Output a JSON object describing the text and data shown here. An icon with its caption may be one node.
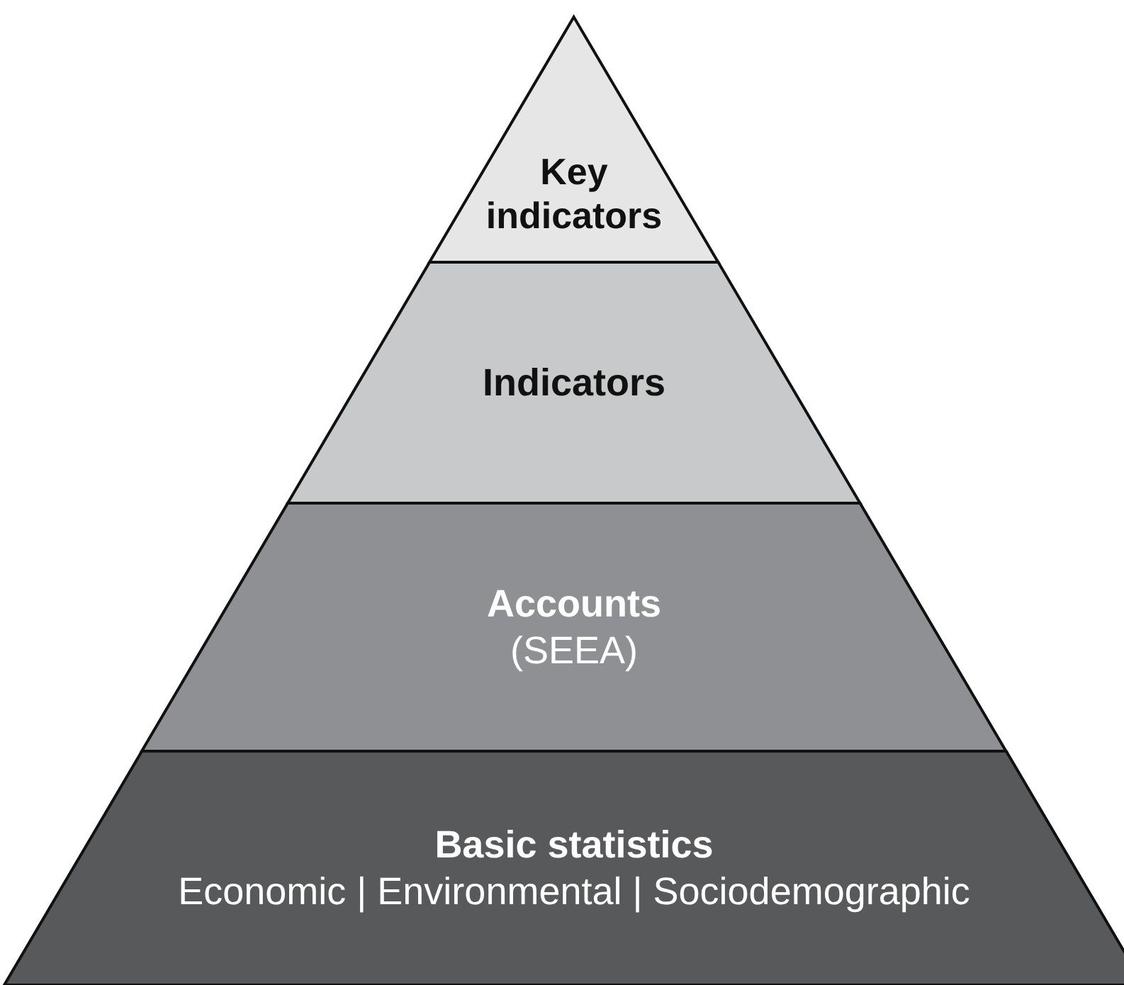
{
  "diagram": {
    "nodes": [
      {
        "text": [
          "Key indicators"
        ]
      },
      {
        "text": [
          "Indicators"
        ]
      },
      {
        "text": [
          "Accounts",
          "(SEEA)"
        ]
      },
      {
        "text": [
          "Basic statistics",
          "Economic | Environmental | Sociodemographic"
        ]
      }
    ]
  }
}
